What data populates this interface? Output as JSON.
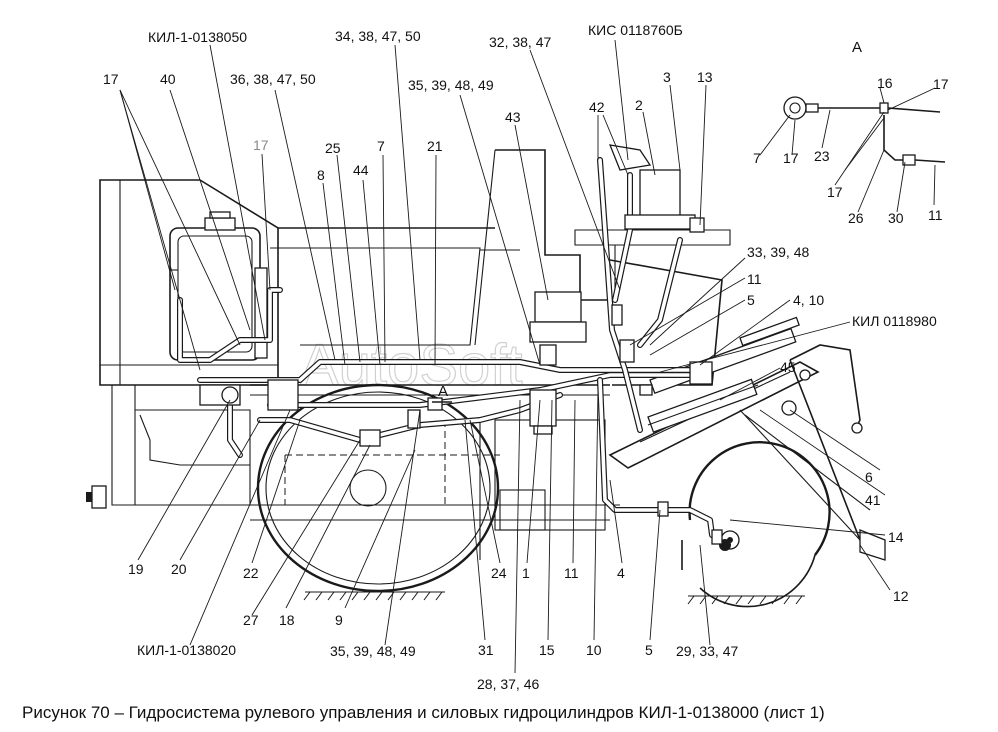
{
  "caption": "Рисунок 70 – Гидросистема рулевого управления и силовых гидроцилиндров КИЛ-1-0138000 (лист 1)",
  "watermark": "AutoSoft",
  "section_label": "А",
  "view_marker": "А",
  "designations": {
    "kil_0138050": "КИЛ-1-0138050",
    "kis_0118760b": "КИС 0118760Б",
    "kil_0118980": "КИЛ 0118980",
    "kil_0138020": "КИЛ-1-0138020"
  },
  "top_labels": [
    "17",
    "40",
    "36, 38, 47, 50",
    "34, 38, 47, 50",
    "32, 38, 47",
    "35, 39, 48, 49",
    "17",
    "25",
    "7",
    "8",
    "44",
    "21",
    "43",
    "42",
    "2",
    "3",
    "13"
  ],
  "right_labels": [
    "33, 39, 48",
    "11",
    "5",
    "4, 10",
    "45",
    "6",
    "41",
    "14",
    "12"
  ],
  "bottom_labels": [
    "19",
    "20",
    "22",
    "27",
    "18",
    "9",
    "24",
    "1",
    "11",
    "4",
    "35, 39, 48, 49",
    "31",
    "15",
    "10",
    "5",
    "29, 33, 47",
    "28, 37, 46"
  ],
  "inset_labels": [
    "16",
    "17",
    "7",
    "17",
    "23",
    "17",
    "26",
    "30",
    "11"
  ]
}
